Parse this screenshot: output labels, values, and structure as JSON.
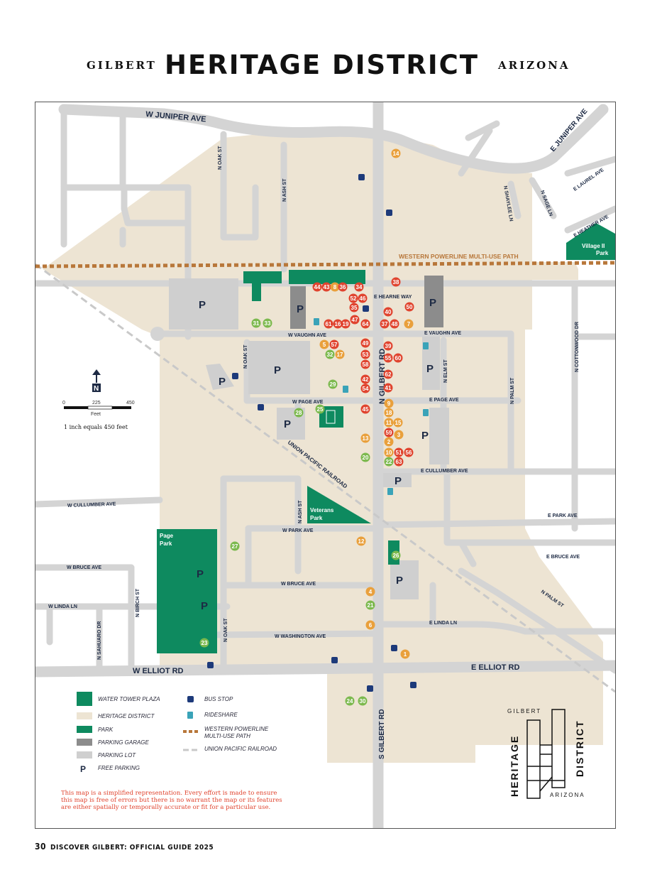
{
  "header": {
    "left": "GILBERT",
    "title": "HERITAGE DISTRICT",
    "right": "ARIZONA"
  },
  "colors": {
    "district": "#ede4d3",
    "park": "#0e8a5f",
    "garage": "#8c8c8c",
    "lot": "#cfcfcf",
    "road": "#d4d4d4",
    "red": "#e0442f",
    "orange": "#e9a03c",
    "green": "#7cb94e",
    "path": "#b8773a",
    "navy": "#1d2a44"
  },
  "streets": {
    "juniper_w": "W JUNIPER AVE",
    "juniper_e": "E JUNIPER AVE",
    "laurel": "E LAUREL AVE",
    "heather": "E HEATHER AVE",
    "shaylee": "N SHAYLEE LN",
    "sage": "N SAGE LN",
    "oak1": "N OAK ST",
    "ash1": "N ASH ST",
    "powerline": "WESTERN POWERLINE MULTI-USE PATH",
    "village": "Village II",
    "village2": "Park",
    "hearne": "E HEARNE WAY",
    "vaughn_w": "W VAUGHN AVE",
    "vaughn_e": "E VAUGHN AVE",
    "oak2": "N OAK ST",
    "gilbert_n": "N GILBERT RD",
    "elm": "N ELM ST",
    "cottonwood": "N COTTONWOOD DR",
    "palm": "N PALM ST",
    "page_w": "W PAGE AVE",
    "page_e": "E PAGE AVE",
    "railroad": "UNION PACIFIC RAILROAD",
    "cullumber_e": "E CULLUMBER AVE",
    "cullumber_w": "W CULLUMBER AVE",
    "ash2": "N ASH ST",
    "veterans": "Veterans",
    "veterans2": "Park",
    "park_w": "W PARK AVE",
    "park_e": "E PARK AVE",
    "page_park": "Page",
    "page_park2": "Park",
    "bruce_w": "W BRUCE AVE",
    "bruce_w2": "W BRUCE AVE",
    "bruce_e": "E BRUCE AVE",
    "birch": "N BIRCH ST",
    "linda_w": "W LINDA LN",
    "linda_e": "E LINDA LN",
    "palm2": "N PALM ST",
    "oak3": "N OAK ST",
    "saguaro": "N SAHUARO DR",
    "washington": "W WASHINGTON AVE",
    "elliot_w": "W ELLIOT RD",
    "elliot_e": "E ELLIOT RD",
    "gilbert_s": "S GILBERT RD"
  },
  "scale": {
    "t0": "0",
    "t1": "225",
    "t2": "450",
    "unit": "Feet",
    "note": "1 inch equals 450 feet",
    "north": "N"
  },
  "parking_label": "P",
  "markers": [
    {
      "n": "14",
      "c": "orange"
    },
    {
      "n": "38",
      "c": "red"
    },
    {
      "n": "44",
      "c": "red"
    },
    {
      "n": "43",
      "c": "red"
    },
    {
      "n": "8",
      "c": "orange"
    },
    {
      "n": "36",
      "c": "red"
    },
    {
      "n": "34",
      "c": "red"
    },
    {
      "n": "52",
      "c": "red"
    },
    {
      "n": "46",
      "c": "red"
    },
    {
      "n": "35",
      "c": "red"
    },
    {
      "n": "50",
      "c": "red"
    },
    {
      "n": "40",
      "c": "red"
    },
    {
      "n": "31",
      "c": "green"
    },
    {
      "n": "33",
      "c": "green"
    },
    {
      "n": "61",
      "c": "red"
    },
    {
      "n": "16",
      "c": "red"
    },
    {
      "n": "19",
      "c": "red"
    },
    {
      "n": "47",
      "c": "red"
    },
    {
      "n": "64",
      "c": "red"
    },
    {
      "n": "37",
      "c": "red"
    },
    {
      "n": "48",
      "c": "red"
    },
    {
      "n": "7",
      "c": "orange"
    },
    {
      "n": "5",
      "c": "orange"
    },
    {
      "n": "57",
      "c": "red"
    },
    {
      "n": "49",
      "c": "red"
    },
    {
      "n": "39",
      "c": "red"
    },
    {
      "n": "32",
      "c": "green"
    },
    {
      "n": "17",
      "c": "orange"
    },
    {
      "n": "53",
      "c": "red"
    },
    {
      "n": "55",
      "c": "red"
    },
    {
      "n": "60",
      "c": "red"
    },
    {
      "n": "58",
      "c": "red"
    },
    {
      "n": "62",
      "c": "red"
    },
    {
      "n": "42",
      "c": "red"
    },
    {
      "n": "41",
      "c": "red"
    },
    {
      "n": "29",
      "c": "green"
    },
    {
      "n": "54",
      "c": "red"
    },
    {
      "n": "9",
      "c": "orange"
    },
    {
      "n": "28",
      "c": "green"
    },
    {
      "n": "25",
      "c": "green"
    },
    {
      "n": "45",
      "c": "red"
    },
    {
      "n": "18",
      "c": "orange"
    },
    {
      "n": "11",
      "c": "orange"
    },
    {
      "n": "15",
      "c": "orange"
    },
    {
      "n": "59",
      "c": "red"
    },
    {
      "n": "3",
      "c": "orange"
    },
    {
      "n": "13",
      "c": "orange"
    },
    {
      "n": "2",
      "c": "orange"
    },
    {
      "n": "10",
      "c": "orange"
    },
    {
      "n": "51",
      "c": "red"
    },
    {
      "n": "56",
      "c": "red"
    },
    {
      "n": "20",
      "c": "green"
    },
    {
      "n": "22",
      "c": "green"
    },
    {
      "n": "63",
      "c": "red"
    },
    {
      "n": "12",
      "c": "orange"
    },
    {
      "n": "27",
      "c": "green"
    },
    {
      "n": "26",
      "c": "green"
    },
    {
      "n": "4",
      "c": "orange"
    },
    {
      "n": "21",
      "c": "green"
    },
    {
      "n": "6",
      "c": "orange"
    },
    {
      "n": "23",
      "c": "green"
    },
    {
      "n": "1",
      "c": "orange"
    },
    {
      "n": "24",
      "c": "green"
    },
    {
      "n": "30",
      "c": "green"
    }
  ],
  "legend": {
    "water_tower": "WATER TOWER PLAZA",
    "district": "HERITAGE DISTRICT",
    "park": "PARK",
    "garage": "PARKING GARAGE",
    "lot": "PARKING LOT",
    "free": "FREE PARKING",
    "bus": "BUS STOP",
    "rideshare": "RIDESHARE",
    "powerline1": "WESTERN POWERLINE",
    "powerline2": "MULTI-USE PATH",
    "railroad": "UNION PACIFIC RAILROAD"
  },
  "disclaimer": [
    "This map is a simplified representation. Every effort is made to ensure",
    "this map is free of errors but there is no warrant the map or its features",
    "are either spatially or temporally accurate or fit for a particular use."
  ],
  "logo": {
    "top": "GILBERT",
    "left": "HERITAGE",
    "right": "DISTRICT",
    "bottom": "ARIZONA"
  },
  "footer": {
    "page": "30",
    "text": "DISCOVER GILBERT: OFFICIAL GUIDE 2025"
  }
}
